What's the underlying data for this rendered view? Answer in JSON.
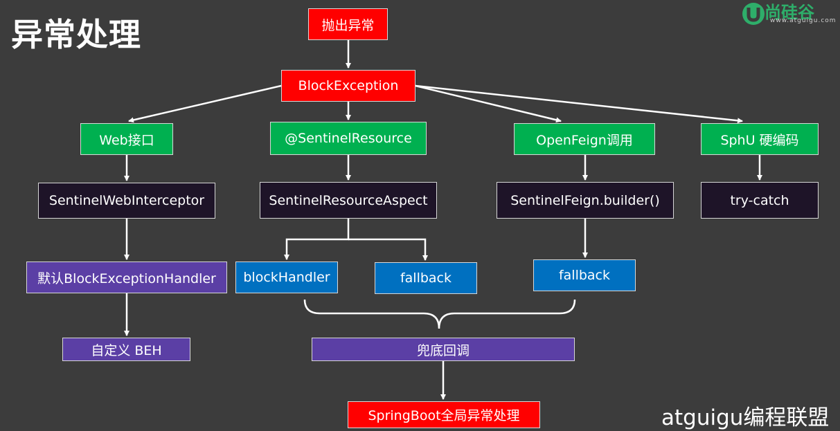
{
  "title": "异常处理",
  "logo": {
    "text": "尚硅谷",
    "url": "www.atguigu.com"
  },
  "watermark": "atguigu编程联盟",
  "colors": {
    "background": "#3c3c3c",
    "red": "#ff0000",
    "green": "#00b050",
    "dark": "#1e1428",
    "blue": "#0070c0",
    "purple": "#5b3fa5"
  },
  "nodes": {
    "throw": "抛出异常",
    "block_exception": "BlockException",
    "web": "Web接口",
    "sentinel_resource": "@SentinelResource",
    "openfeign": "OpenFeign调用",
    "sphu": "SphU 硬编码",
    "web_interceptor": "SentinelWebInterceptor",
    "resource_aspect": "SentinelResourceAspect",
    "feign_builder": "SentinelFeign.builder()",
    "try_catch": "try-catch",
    "default_handler": "默认BlockExceptionHandler",
    "block_handler": "blockHandler",
    "fallback1": "fallback",
    "fallback2": "fallback",
    "custom_beh": "自定义 BEH",
    "fallback_callback": "兜底回调",
    "springboot": "SpringBoot全局异常处理"
  }
}
